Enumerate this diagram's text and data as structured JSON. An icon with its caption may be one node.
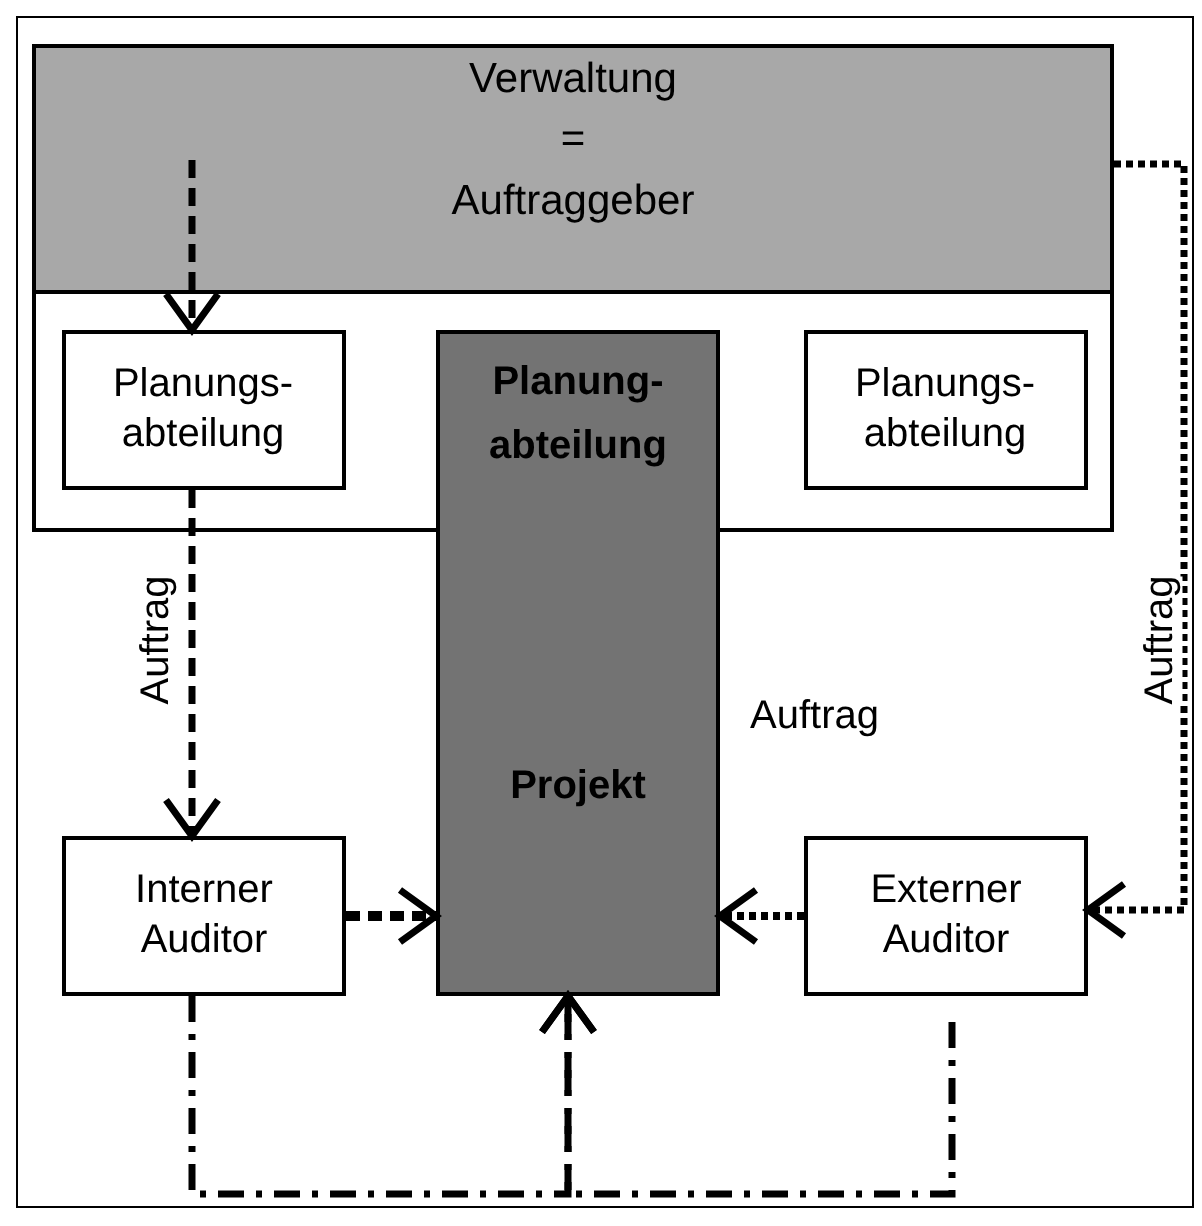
{
  "diagram": {
    "nodes": [
      {
        "text": [
          "Verwaltung",
          "=",
          "Auftraggeber"
        ]
      },
      {
        "text": [
          "Planungs- abteilung"
        ],
        "in": 0
      },
      {
        "text": [
          "Planung- abteilung",
          "Projekt"
        ]
      },
      {
        "text": [
          "Planungs- abteilung"
        ],
        "in": 0
      },
      {
        "text": [
          "Interner Auditor"
        ]
      },
      {
        "text": [
          "Externer Auditor"
        ]
      }
    ],
    "edges": [
      {
        "from": 0,
        "to": 1,
        "arrow": "to",
        "style": "dashed"
      },
      {
        "from": 1,
        "to": 4,
        "arrow": "to",
        "style": "dashed",
        "label": "Auftrag"
      },
      {
        "from": 0,
        "to": 5,
        "arrow": "to",
        "style": "dashed",
        "label": "Auftrag"
      },
      {
        "from": 4,
        "to": 2,
        "arrow": "to",
        "style": "dashed"
      },
      {
        "from": 5,
        "to": 2,
        "arrow": "to",
        "style": "dashed"
      },
      {
        "from": 4,
        "to": 2,
        "arrow": "to",
        "style": "dashed"
      },
      {
        "from": 5,
        "to": 2,
        "arrow": "to",
        "style": "dashed"
      }
    ],
    "labels": [
      "Auftrag"
    ]
  }
}
